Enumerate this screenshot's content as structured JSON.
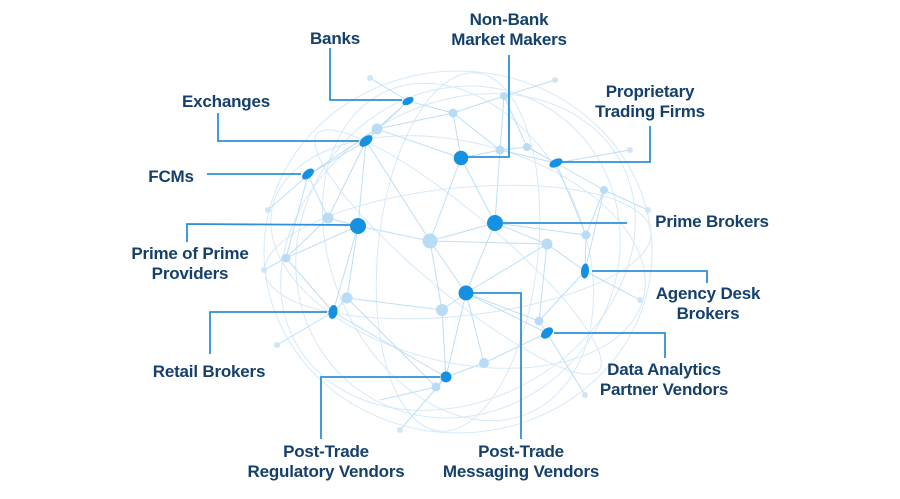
{
  "figure": {
    "type": "network-globe-diagram",
    "background": "#ffffff",
    "colors": {
      "label_text": "#14406b",
      "leader_line": "#2e90d8",
      "node_fill": "#1691e1",
      "wireframe_line": "#d3e8f9",
      "mesh_line": "#bedff6",
      "light_node_fill": "#b9dcf6"
    },
    "nodes": [
      {
        "id": "banks",
        "label": "Banks"
      },
      {
        "id": "non-bank-market-makers",
        "label": "Non-Bank\nMarket Makers"
      },
      {
        "id": "exchanges",
        "label": "Exchanges"
      },
      {
        "id": "proprietary-trading-firms",
        "label": "Proprietary\nTrading Firms"
      },
      {
        "id": "fcms",
        "label": "FCMs"
      },
      {
        "id": "prime-brokers",
        "label": "Prime Brokers"
      },
      {
        "id": "prime-of-prime-providers",
        "label": "Prime of Prime\nProviders"
      },
      {
        "id": "agency-desk-brokers",
        "label": "Agency Desk\nBrokers"
      },
      {
        "id": "retail-brokers",
        "label": "Retail Brokers"
      },
      {
        "id": "data-analytics-partner-vendors",
        "label": "Data Analytics\nPartner Vendors"
      },
      {
        "id": "post-trade-regulatory-vendors",
        "label": "Post-Trade\nRegulatory Vendors"
      },
      {
        "id": "post-trade-messaging-vendors",
        "label": "Post-Trade\nMessaging Vendors"
      }
    ]
  }
}
